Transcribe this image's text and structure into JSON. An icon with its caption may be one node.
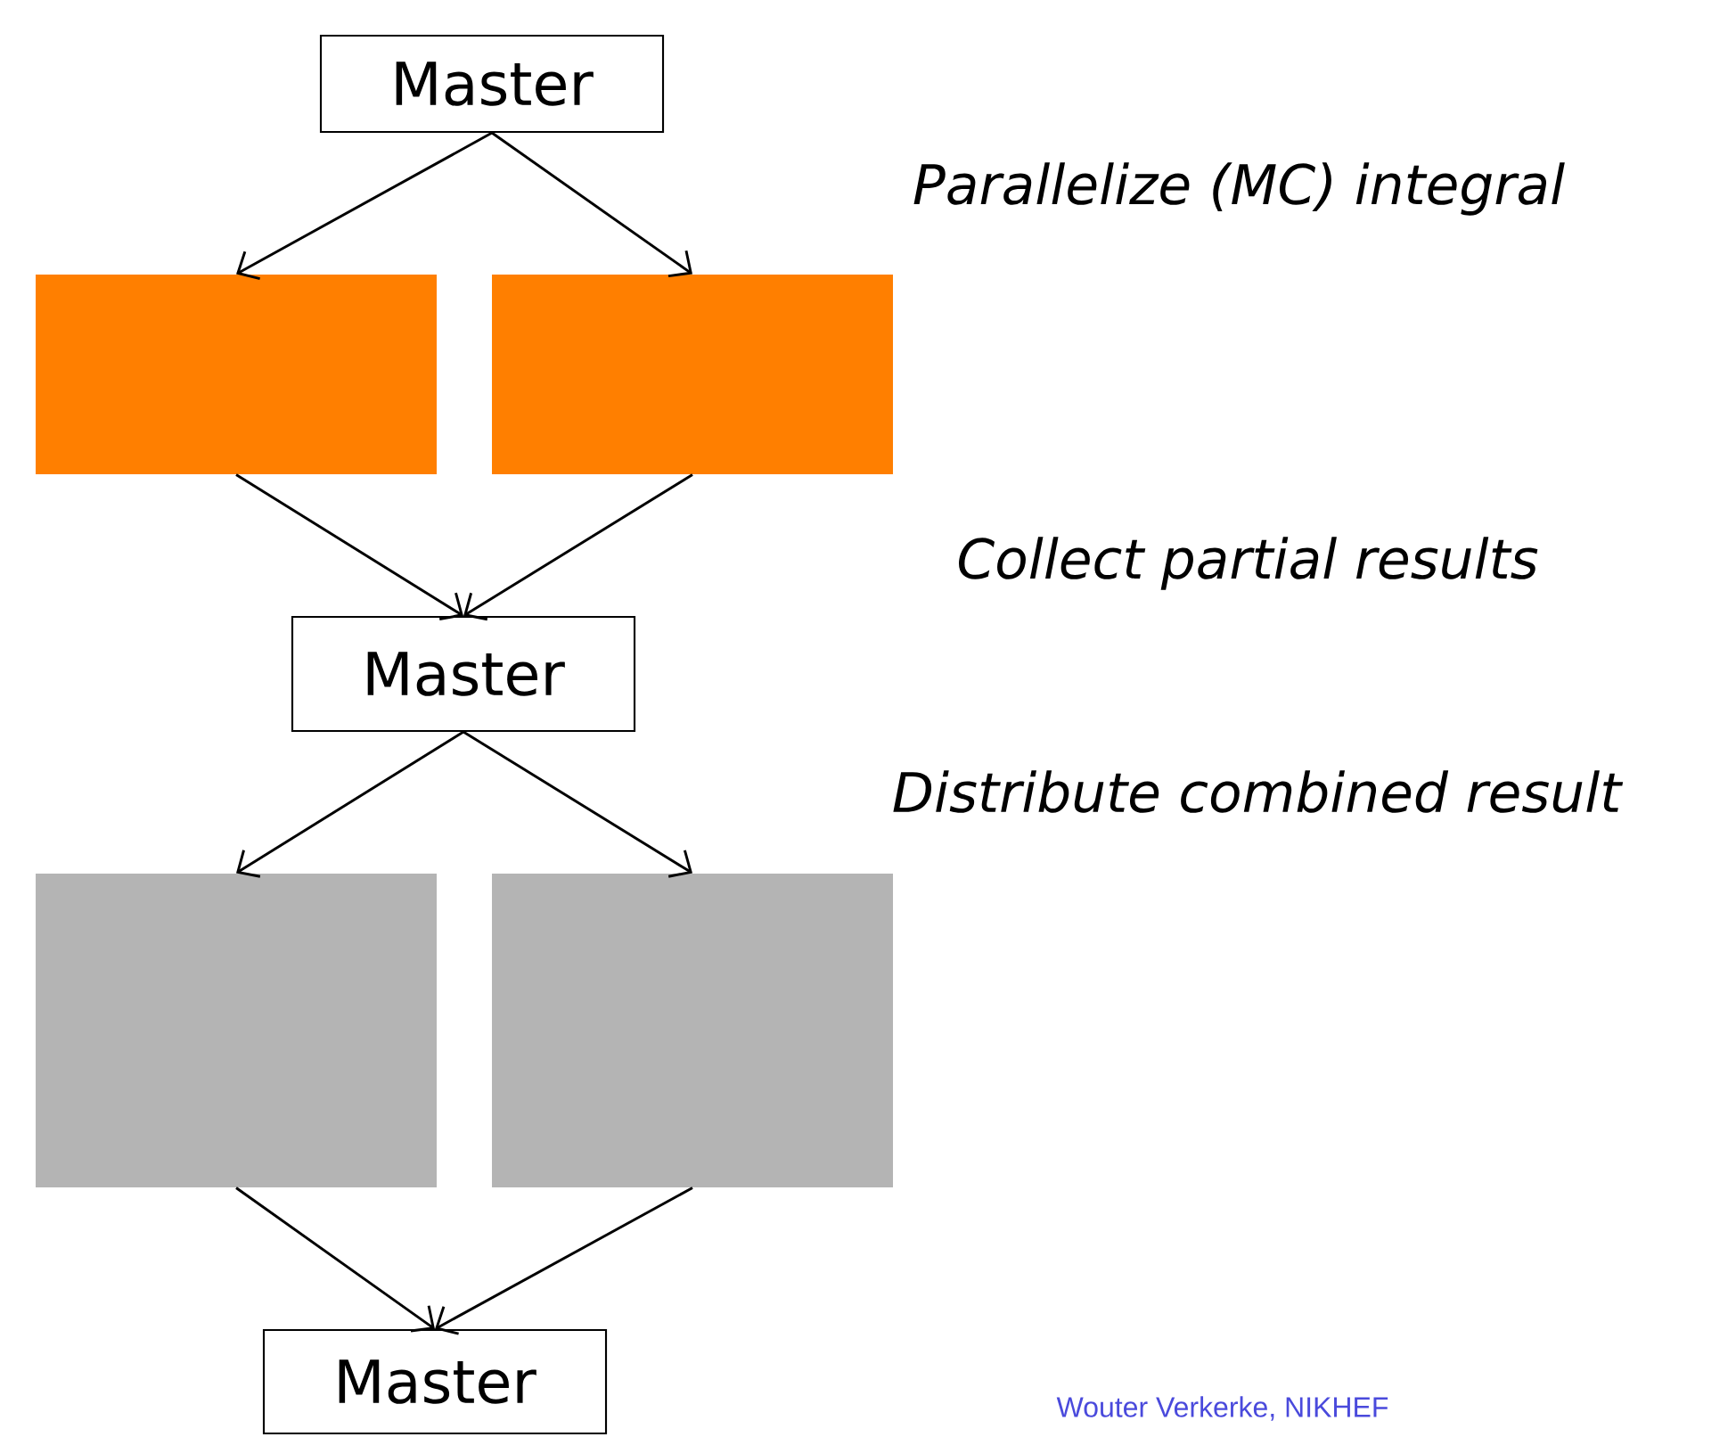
{
  "diagram": {
    "nodes": [
      {
        "text": [
          "Master"
        ]
      },
      {
        "text": [],
        "shape": "box"
      },
      {
        "text": [],
        "shape": "box"
      },
      {
        "text": [
          "Master"
        ]
      },
      {
        "text": [],
        "shape": "box"
      },
      {
        "text": [],
        "shape": "box"
      },
      {
        "text": [
          "Master"
        ]
      }
    ],
    "edges": [
      {
        "from": 0,
        "to": 1,
        "arrow": "to"
      },
      {
        "from": 0,
        "to": 2,
        "arrow": "to"
      },
      {
        "from": 1,
        "to": 3,
        "arrow": "to"
      },
      {
        "from": 2,
        "to": 3,
        "arrow": "to"
      },
      {
        "from": 3,
        "to": 4,
        "arrow": "to"
      },
      {
        "from": 3,
        "to": 5,
        "arrow": "to"
      },
      {
        "from": 4,
        "to": 6,
        "arrow": "to"
      },
      {
        "from": 5,
        "to": 6,
        "arrow": "to"
      }
    ],
    "labels": [
      "Parallelize (MC) integral",
      "Collect partial results",
      "Distribute combined result",
      "Wouter Verkerke, NIKHEF"
    ]
  }
}
